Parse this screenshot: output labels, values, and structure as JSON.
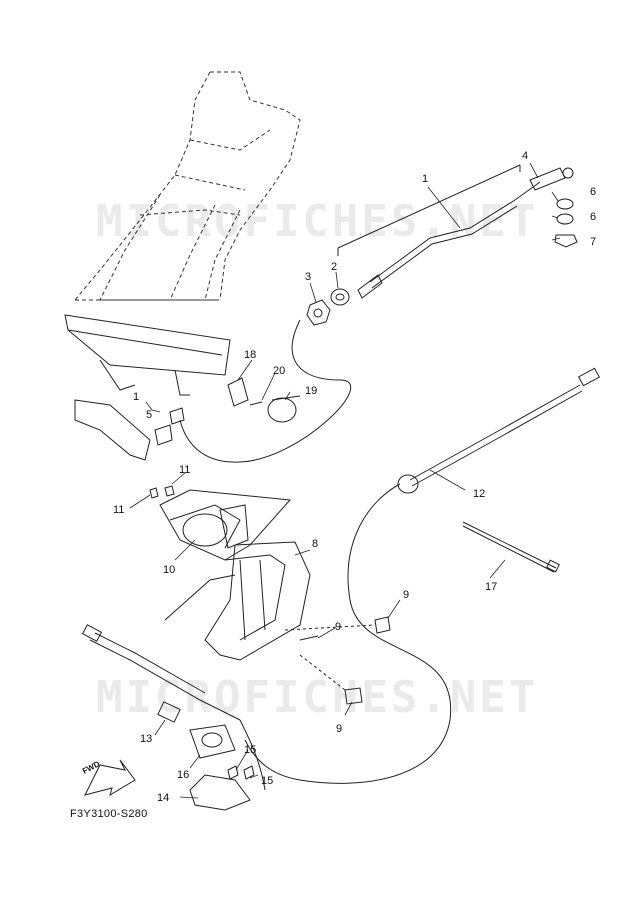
{
  "diagram": {
    "watermark": "MICROFICHES.NET",
    "figure_code": "F3Y3100-S280",
    "fwd_label": "FWD",
    "callouts": {
      "c1a": "1",
      "c1b": "1",
      "c2": "2",
      "c3": "3",
      "c4": "4",
      "c5": "5",
      "c6a": "6",
      "c6b": "6",
      "c7": "7",
      "c8": "8",
      "c9a": "9",
      "c9b": "9",
      "c9c": "9",
      "c10": "10",
      "c11a": "11",
      "c11b": "11",
      "c12": "12",
      "c13": "13",
      "c14": "14",
      "c15a": "15",
      "c15b": "15",
      "c16": "16",
      "c17": "17",
      "c18": "18",
      "c19": "19",
      "c20": "20"
    }
  }
}
